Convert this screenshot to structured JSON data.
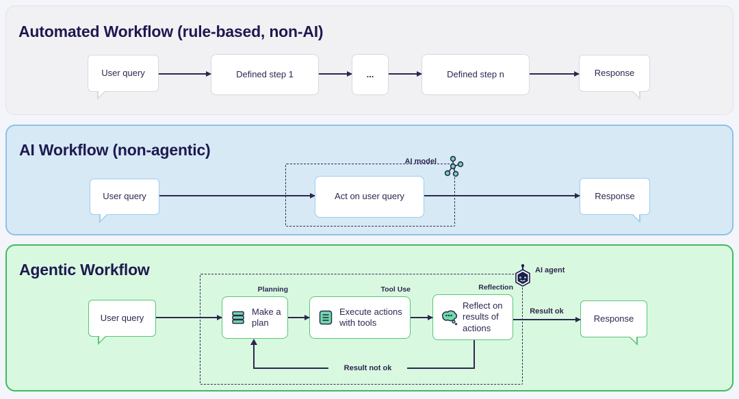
{
  "colors": {
    "navy_ink": "#2c2750",
    "mint_accent": "#6fdca8",
    "automated_panel_bg": "#f1f1f4",
    "automated_panel_border": "#e2e2e8",
    "ai_panel_bg": "#d7e9f5",
    "ai_panel_border": "#8cc1e8",
    "agentic_panel_bg": "#d9f8e0",
    "agentic_panel_border": "#3dbb5f"
  },
  "automated": {
    "title": "Automated Workflow (rule-based, non-AI)",
    "user_query": "User query",
    "step1": "Defined step 1",
    "ellipsis": "...",
    "stepn": "Defined step n",
    "response": "Response"
  },
  "ai": {
    "title": "AI Workflow (non-agentic)",
    "user_query": "User query",
    "act": "Act on user query",
    "model_label": "AI model",
    "response": "Response"
  },
  "agentic": {
    "title": "Agentic Workflow",
    "user_query": "User query",
    "planning_label": "Planning",
    "plan": "Make a plan",
    "tool_use_label": "Tool Use",
    "execute": "Execute actions with tools",
    "reflection_label": "Reflection",
    "reflect": "Reflect on results of actions",
    "agent_label": "AI agent",
    "result_ok": "Result ok",
    "result_not_ok": "Result not ok",
    "response": "Response"
  }
}
